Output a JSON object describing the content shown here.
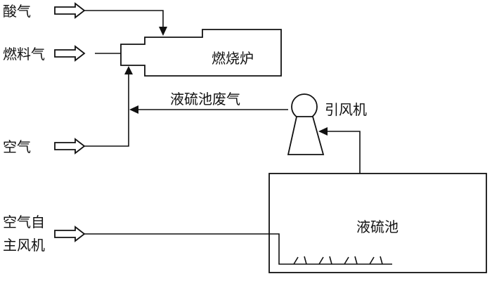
{
  "diagram": {
    "inputs": {
      "acid_gas": "酸气",
      "fuel_gas": "燃料气",
      "air": "空气",
      "air_self_fan_line1": "空气自",
      "air_self_fan_line2": "主风机"
    },
    "equipment": {
      "furnace": "燃烧炉",
      "induced_draft_fan": "引风机",
      "sulfur_pit": "液硫池"
    },
    "streams": {
      "pit_waste_gas": "液硫池废气"
    }
  }
}
